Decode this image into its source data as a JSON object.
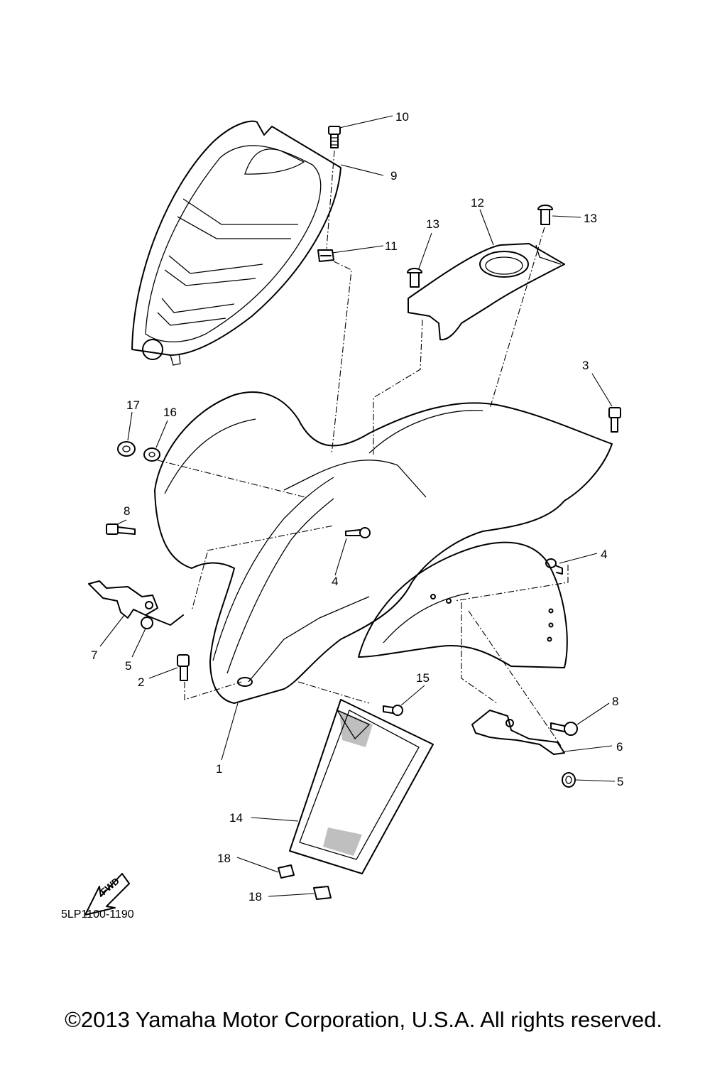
{
  "diagram": {
    "part_code": "5LP1100-1190",
    "fwd_label": "FWD",
    "callouts": {
      "c1": "1",
      "c2": "2",
      "c3": "3",
      "c4a": "4",
      "c4b": "4",
      "c5a": "5",
      "c5b": "5",
      "c6": "6",
      "c7": "7",
      "c8a": "8",
      "c8b": "8",
      "c9": "9",
      "c10": "10",
      "c11": "11",
      "c12": "12",
      "c13a": "13",
      "c13b": "13",
      "c14": "14",
      "c15": "15",
      "c16": "16",
      "c17": "17",
      "c18a": "18",
      "c18b": "18"
    }
  },
  "footer": {
    "copyright": "©2013 Yamaha Motor Corporation, U.S.A. All rights reserved."
  }
}
